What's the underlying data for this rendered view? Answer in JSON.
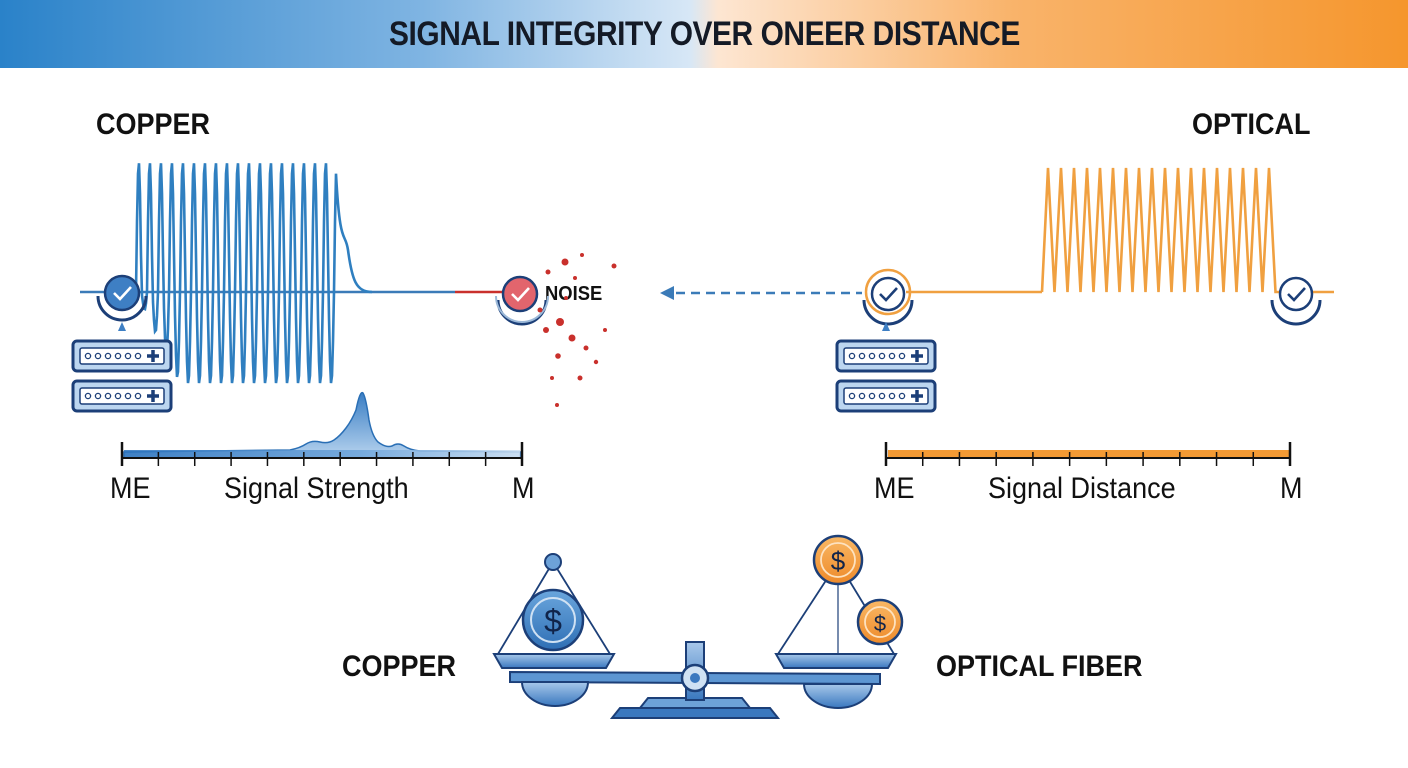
{
  "header": {
    "title": "SIGNAL INTEGRITY OVER ONEER DISTANCE"
  },
  "copper_panel": {
    "title": "COPPER",
    "noise_label": "NOISE",
    "axis": {
      "left": "ME",
      "center": "Signal Strength",
      "right": "M"
    }
  },
  "optical_panel": {
    "title": "OPTICAL",
    "axis": {
      "left": "ME",
      "center": "Signal Distance",
      "right": "M"
    }
  },
  "comparison": {
    "left_label": "COPPER",
    "right_label": "OPTICAL FIBER",
    "currency_symbol": "$"
  },
  "colors": {
    "copper_blue": "#2f7fc0",
    "optical_orange": "#f0a040",
    "noise_red": "#c9302c",
    "dark_navy": "#1c3f78"
  },
  "icons": [
    "check-icon",
    "server-icon",
    "dashed-arrow-icon",
    "balance-scale-icon",
    "dollar-coin-icon"
  ]
}
